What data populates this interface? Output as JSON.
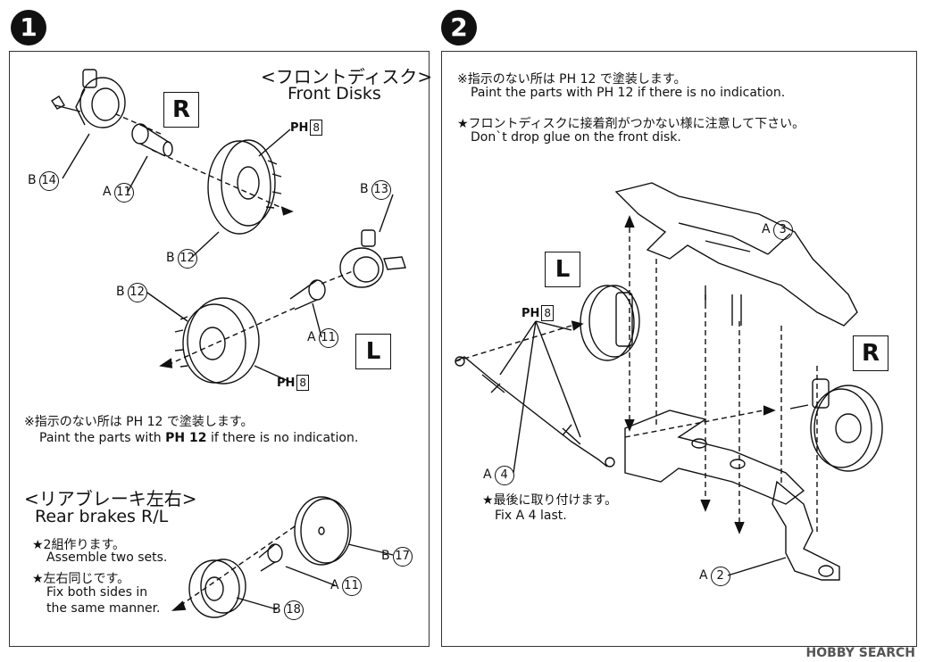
{
  "step1": {
    "number": "1",
    "front_disks_title_jp": "<フロントディスク>",
    "front_disks_title_en": "Front Disks",
    "side_r": "R",
    "side_l": "L",
    "part_b14": {
      "prefix": "B",
      "num": "14"
    },
    "part_a11_top": {
      "prefix": "A",
      "num": "11"
    },
    "part_b12_top": {
      "prefix": "B",
      "num": "12"
    },
    "part_b13": {
      "prefix": "B",
      "num": "13"
    },
    "part_b12_mid": {
      "prefix": "B",
      "num": "12"
    },
    "part_a11_mid": {
      "prefix": "A",
      "num": "11"
    },
    "paint_ph8_top": {
      "prefix": "PH",
      "num": "8"
    },
    "paint_ph8_mid": {
      "prefix": "PH",
      "num": "8"
    },
    "note_jp": "※指示のない所は PH 12 で塗装します。",
    "note_en_pre": "Paint the parts with",
    "note_en_code": "PH 12",
    "note_en_post": "if there is no indication.",
    "rear_title_jp": "<リアブレーキ左右>",
    "rear_title_en": "Rear brakes R/L",
    "rear_note1_jp": "★2組作ります。",
    "rear_note1_en": "Assemble two sets.",
    "rear_note2_jp": "★左右同じです。",
    "rear_note2_en_1": "Fix both sides in",
    "rear_note2_en_2": "the same manner.",
    "part_b17": {
      "prefix": "B",
      "num": "17"
    },
    "part_a11_low": {
      "prefix": "A",
      "num": "11"
    },
    "part_b18": {
      "prefix": "B",
      "num": "18"
    }
  },
  "step2": {
    "number": "2",
    "note1_jp": "※指示のない所は PH 12 で塗装します。",
    "note1_en": "Paint the parts with PH 12 if there is no indication.",
    "note2_jp": "★フロントディスクに接着剤がつかない様に注意して下さい。",
    "note2_en": "Don`t drop glue on the front disk.",
    "side_l": "L",
    "side_r": "R",
    "part_a3": {
      "prefix": "A",
      "num": "3"
    },
    "paint_ph8": {
      "prefix": "PH",
      "num": "8"
    },
    "part_a4": {
      "prefix": "A",
      "num": "4"
    },
    "part_a2": {
      "prefix": "A",
      "num": "2"
    },
    "last_note_jp": "★最後に取り付けます。",
    "last_note_en": "Fix A 4 last."
  },
  "footer": "HOBBY SEARCH"
}
